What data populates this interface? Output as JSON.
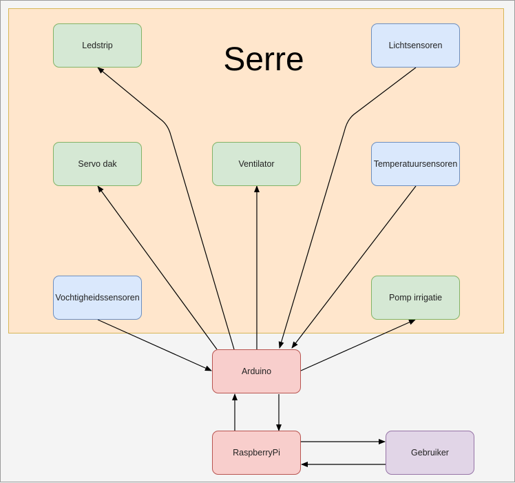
{
  "container": {
    "title": "Serre"
  },
  "nodes": {
    "ledstrip": "Ledstrip",
    "lichtsensoren": "Lichtsensoren",
    "servo_dak": "Servo dak",
    "ventilator": "Ventilator",
    "temperatuursensoren": "Temperatuursensoren",
    "vochtigheidssensoren": "Vochtigheidssensoren",
    "pomp_irrigatie": "Pomp irrigatie",
    "arduino": "Arduino",
    "raspberrypi": "RaspberryPi",
    "gebruiker": "Gebruiker"
  },
  "colors": {
    "container_fill": "#ffe6cc",
    "actuator_fill": "#d5e8d4",
    "sensor_fill": "#dae8fc",
    "controller_fill": "#f8cecc",
    "user_fill": "#e1d5e7"
  }
}
